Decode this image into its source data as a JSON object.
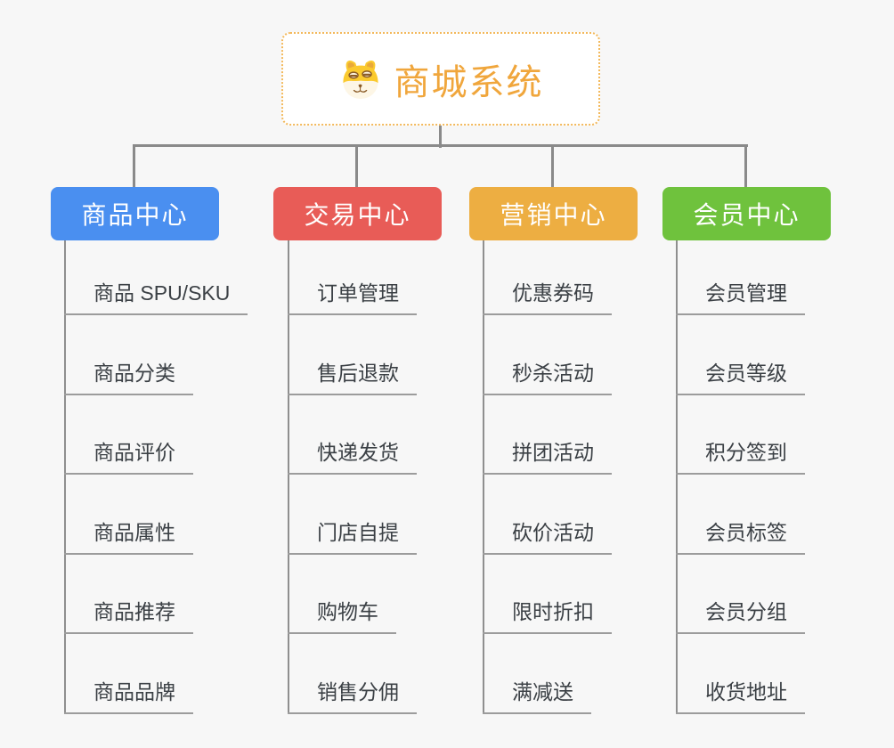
{
  "page": {
    "background_color": "#f7f7f7",
    "connector_color": "#8a8a8a",
    "underline_color": "#9c9c9c"
  },
  "root": {
    "title": "商城系统",
    "icon": "doge-face-icon",
    "text_color": "#f0a63c",
    "border_color": "#f3b95c"
  },
  "branches": [
    {
      "label": "商品中心",
      "color": "#4a8ff0",
      "items": [
        "商品 SPU/SKU",
        "商品分类",
        "商品评价",
        "商品属性",
        "商品推荐",
        "商品品牌"
      ]
    },
    {
      "label": "交易中心",
      "color": "#e85c57",
      "items": [
        "订单管理",
        "售后退款",
        "快递发货",
        "门店自提",
        "购物车",
        "销售分佣"
      ]
    },
    {
      "label": "营销中心",
      "color": "#edae42",
      "items": [
        "优惠券码",
        "秒杀活动",
        "拼团活动",
        "砍价活动",
        "限时折扣",
        "满减送"
      ]
    },
    {
      "label": "会员中心",
      "color": "#6fc23d",
      "items": [
        "会员管理",
        "会员等级",
        "积分签到",
        "会员标签",
        "会员分组",
        "收货地址"
      ]
    }
  ]
}
